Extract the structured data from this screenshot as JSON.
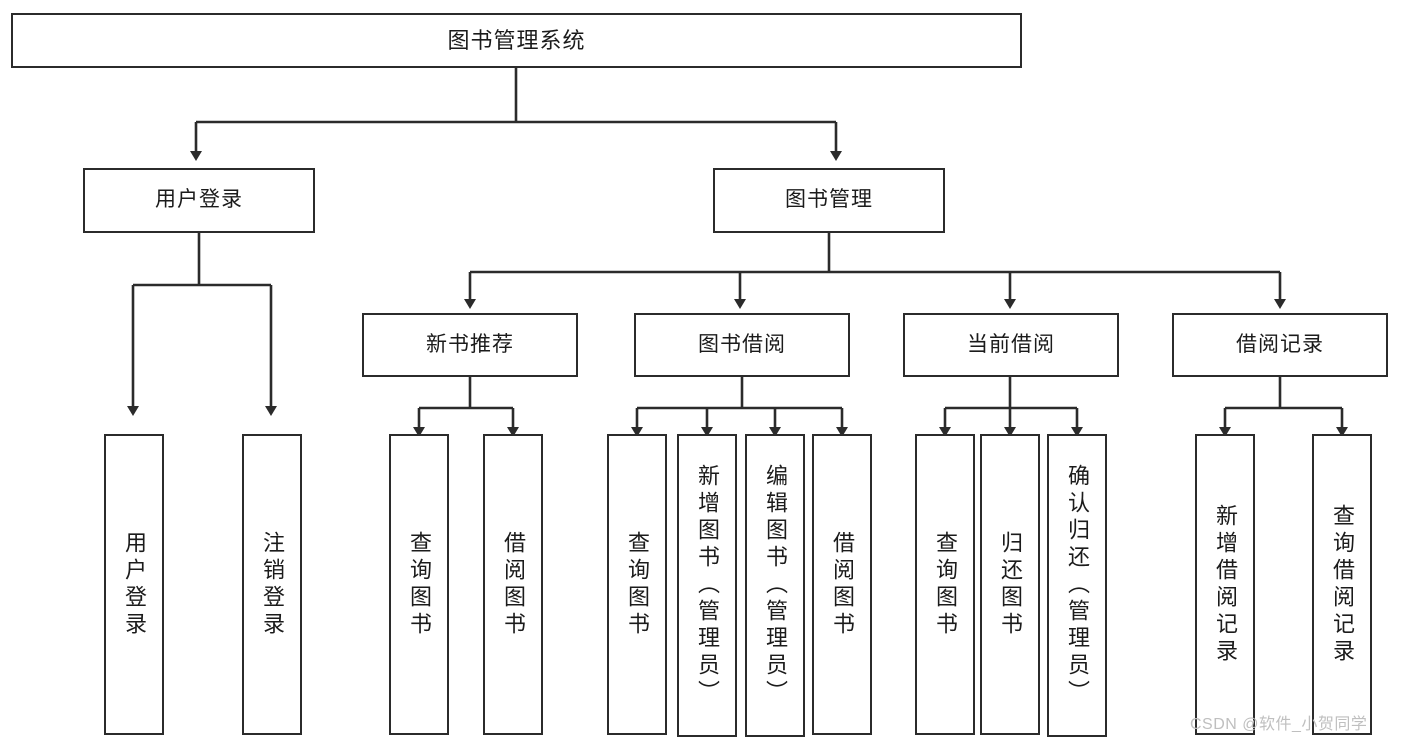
{
  "diagram": {
    "title": "图书管理系统",
    "type": "tree-hierarchy",
    "root": {
      "id": "root",
      "label": "图书管理系统"
    },
    "level1": [
      {
        "id": "user-login",
        "label": "用户登录"
      },
      {
        "id": "book-manage",
        "label": "图书管理"
      }
    ],
    "level2": [
      {
        "id": "new-book-rec",
        "label": "新书推荐",
        "parent": "book-manage"
      },
      {
        "id": "book-borrow",
        "label": "图书借阅",
        "parent": "book-manage"
      },
      {
        "id": "current-borrow",
        "label": "当前借阅",
        "parent": "book-manage"
      },
      {
        "id": "borrow-record",
        "label": "借阅记录",
        "parent": "book-manage"
      }
    ],
    "leaves": [
      {
        "id": "leaf-user-login",
        "label": "用户登录",
        "parent": "user-login"
      },
      {
        "id": "leaf-logout",
        "label": "注销登录",
        "parent": "user-login"
      },
      {
        "id": "leaf-query-book-1",
        "label": "查询图书",
        "parent": "new-book-rec"
      },
      {
        "id": "leaf-borrow-book-1",
        "label": "借阅图书",
        "parent": "new-book-rec"
      },
      {
        "id": "leaf-query-book-2",
        "label": "查询图书",
        "parent": "book-borrow"
      },
      {
        "id": "leaf-add-book",
        "label": "新增图书（管理员）",
        "parent": "book-borrow"
      },
      {
        "id": "leaf-edit-book",
        "label": "编辑图书（管理员）",
        "parent": "book-borrow"
      },
      {
        "id": "leaf-borrow-book-2",
        "label": "借阅图书",
        "parent": "book-borrow"
      },
      {
        "id": "leaf-query-book-3",
        "label": "查询图书",
        "parent": "current-borrow"
      },
      {
        "id": "leaf-return-book",
        "label": "归还图书",
        "parent": "current-borrow"
      },
      {
        "id": "leaf-confirm-return",
        "label": "确认归还（管理员）",
        "parent": "current-borrow"
      },
      {
        "id": "leaf-add-record",
        "label": "新增借阅记录",
        "parent": "borrow-record"
      },
      {
        "id": "leaf-query-record",
        "label": "查询借阅记录",
        "parent": "borrow-record"
      }
    ]
  },
  "watermark": {
    "text": "CSDN @软件_小贺同学"
  },
  "colors": {
    "stroke": "#2b2b2b",
    "fill": "#ffffff",
    "text": "#1b1b1b",
    "watermark": "#bfbfbf"
  }
}
